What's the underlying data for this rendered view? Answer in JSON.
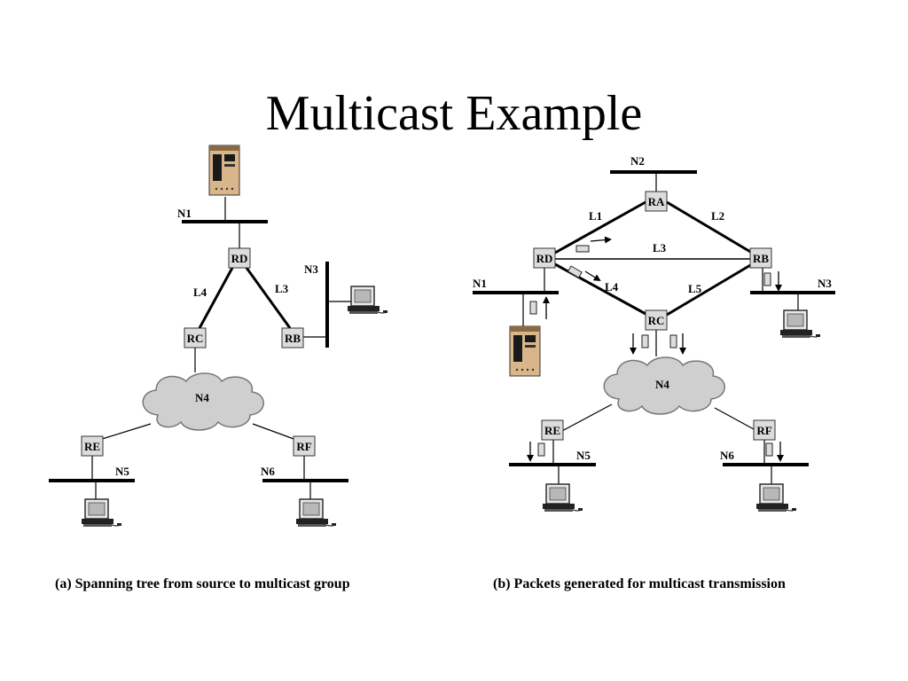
{
  "slide": {
    "title": "Multicast Example"
  },
  "panel_a": {
    "caption": "(a) Spanning tree from source to multicast group",
    "networks": {
      "n1": "N1",
      "n3": "N3",
      "n4": "N4",
      "n5": "N5",
      "n6": "N6"
    },
    "routers": {
      "rd": "RD",
      "rb": "RB",
      "rc": "RC",
      "re": "RE",
      "rf": "RF"
    },
    "links": {
      "l3": "L3",
      "l4": "L4"
    }
  },
  "panel_b": {
    "caption": "(b) Packets generated for multicast transmission",
    "networks": {
      "n1": "N1",
      "n2": "N2",
      "n3": "N3",
      "n4": "N4",
      "n5": "N5",
      "n6": "N6"
    },
    "routers": {
      "ra": "RA",
      "rb": "RB",
      "rc": "RC",
      "rd": "RD",
      "re": "RE",
      "rf": "RF"
    },
    "links": {
      "l1": "L1",
      "l2": "L2",
      "l3": "L3",
      "l4": "L4",
      "l5": "L5"
    }
  },
  "icons": [
    "server-icon",
    "workstation-icon",
    "cloud-icon",
    "packet-icon",
    "arrow-icon"
  ]
}
